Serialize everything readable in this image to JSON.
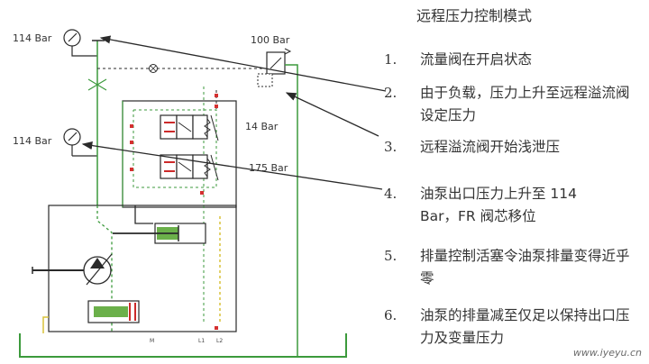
{
  "title": "远程压力控制模式",
  "gauges": [
    {
      "label": "114 Bar"
    },
    {
      "label": "114 Bar"
    }
  ],
  "valve_labels": {
    "relief_setting": "100 Bar",
    "upper_valve": "14 Bar",
    "lower_valve": "175 Bar"
  },
  "steps": [
    {
      "num": "1.",
      "text": "流量阀在开启状态"
    },
    {
      "num": "2.",
      "text": "由于负载，压力上升至远程溢流阀设定压力"
    },
    {
      "num": "3.",
      "text": "远程溢流阀开始浅泄压"
    },
    {
      "num": "4.",
      "text": "油泵出口压力上升至 114 Bar，FR 阀芯移位"
    },
    {
      "num": "5.",
      "text": "排量控制活塞令油泵排量变得近乎零"
    },
    {
      "num": "6.",
      "text": "油泵的排量减至仅足以保持出口压力及变量压力"
    }
  ],
  "watermark": "www.iyeyu.cn",
  "colors": {
    "line": "#2a2a2a",
    "hydraulic_green": "#3c9a3c",
    "valve_red": "#cc2a2a",
    "marker_red": "#d43030",
    "yellow_line": "#d8c23a",
    "cylinder_green": "#6bb04a"
  }
}
